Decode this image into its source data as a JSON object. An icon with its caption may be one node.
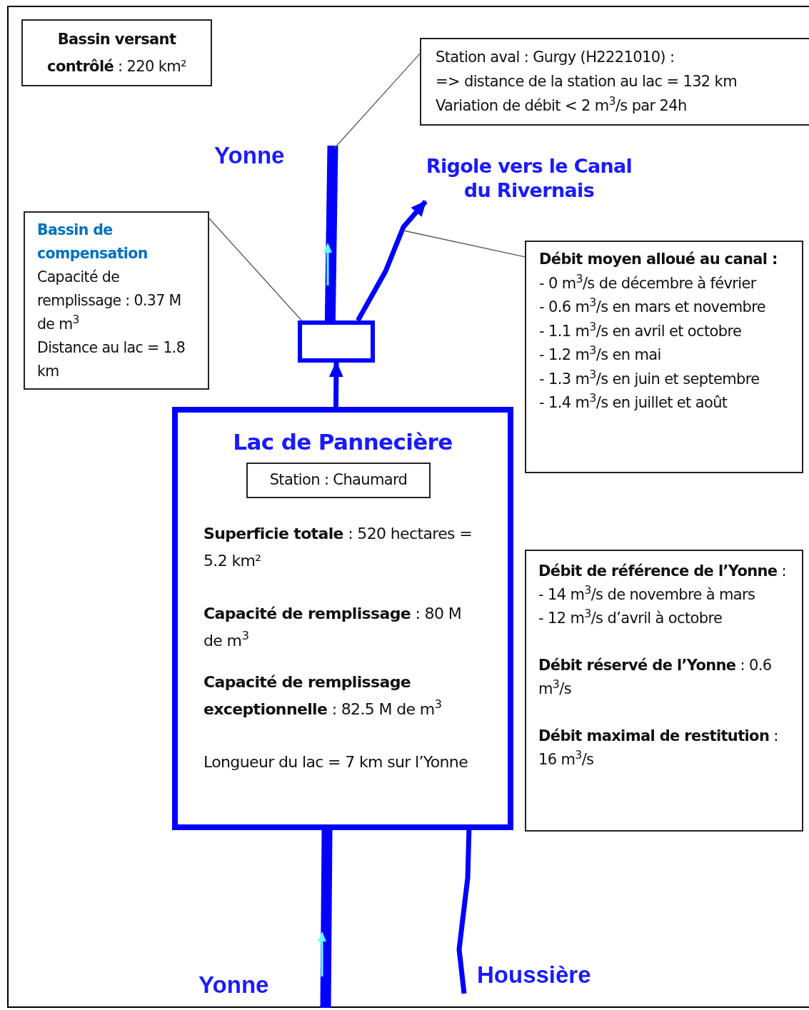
{
  "diagram": {
    "nodes": [
      {
        "text": [
          "**Bassin versant contrôlé** : 220 km²"
        ]
      },
      {
        "text": [
          "Station aval : Gurgy (H2221010) :",
          "=> distance de la station au lac = 132 km",
          "Variation de débit < 2 m$^{3}$/s par 24h"
        ]
      },
      {
        "text": [
          "Bassin de compensation",
          "Capacité de remplissage : 0.37 M de m$^{3}$",
          "Distance au lac = 1.8 km"
        ]
      },
      {
        "text": [],
        "shape": "box"
      },
      {
        "text": [
          "Débit moyen alloué au canal :",
          "-  0 m$^{3}$/s de décembre à février",
          "-  0.6 m$^{3}$/s en mars et novembre",
          "-  1.1 m$^{3}$/s en avril et octobre",
          "-  1.2 m$^{3}$/s en mai",
          "-  1.3 m$^{3}$/s en juin et septembre",
          "-  1.4 m$^{3}$/s en juillet et août"
        ]
      },
      {
        "text": [
          "Lac de Pannecière",
          "**Superficie totale** : 520 hectares = 5.2 km²",
          "**Capacité de remplissage** : 80 M de m$^{3}$",
          "**Capacité de remplissage exceptionnelle** : 82.5 M de m$^{3}$",
          "Longueur du lac = 7 km sur l’Yonne"
        ]
      },
      {
        "text": [
          "Station : Chaumard"
        ],
        "in": 5
      },
      {
        "text": [
          "**Débit de référence de l’Yonne** :",
          "-  14 m$^{3}$/s  de novembre à mars",
          "-  12 m$^{3}$/s  d’avril à octobre",
          "**Débit réservé de l’Yonne** : 0.6 m$^{3}$/s",
          "**Débit maximal de restitution** : 16 m$^{3}$/s"
        ]
      },
      {
        "text": [
          "Rigole vers le Canal du Rivernais"
        ]
      }
    ],
    "edges": [
      {
        "from": 5,
        "to": 3,
        "arrow": "to"
      },
      {
        "from": 3,
        "to": null,
        "arrow": "none",
        "style": "thick"
      },
      {
        "from": 3,
        "to": 8,
        "arrow": "to"
      },
      {
        "from": null,
        "to": 5,
        "arrow": "none",
        "style": "thick"
      },
      {
        "from": null,
        "to": 5,
        "arrow": "none"
      },
      {
        "from": 1,
        "to": null,
        "arrow": "none",
        "color": "#595959"
      },
      {
        "from": 2,
        "to": 3,
        "arrow": "none",
        "color": "#595959"
      },
      {
        "from": 4,
        "to": null,
        "arrow": "none",
        "color": "#595959"
      }
    ],
    "labels": [
      "Yonne",
      "Yonne",
      "Houssière"
    ]
  }
}
